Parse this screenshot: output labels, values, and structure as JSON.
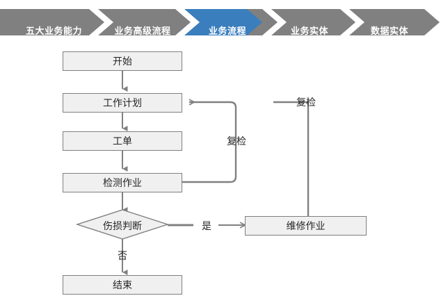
{
  "breadcrumb": {
    "active_index": 2,
    "active_color": "#3a7ebd",
    "inactive_color": "#808080",
    "text_color": "#ffffff",
    "items": [
      {
        "label": "五大业务能力"
      },
      {
        "label": "业务高级流程"
      },
      {
        "label": "业务流程"
      },
      {
        "label": "业务实体"
      },
      {
        "label": "数据实体"
      }
    ]
  },
  "flowchart": {
    "node_fill": "#f0f0f0",
    "node_border": "#7f7f7f",
    "connector_color": "#808080",
    "text_color": "#262626",
    "nodes": [
      {
        "id": "start",
        "label": "开始",
        "shape": "rect"
      },
      {
        "id": "work-plan",
        "label": "工作计划",
        "shape": "rect"
      },
      {
        "id": "work-order",
        "label": "工单",
        "shape": "rect"
      },
      {
        "id": "inspection",
        "label": "检测作业",
        "shape": "rect"
      },
      {
        "id": "decision",
        "label": "伤损判断",
        "shape": "diamond"
      },
      {
        "id": "repair",
        "label": "维修作业",
        "shape": "rect"
      },
      {
        "id": "end",
        "label": "结束",
        "shape": "rect"
      }
    ],
    "edge_labels": {
      "yes": "是",
      "no": "否",
      "recheck_inner": "复检",
      "recheck_outer": "复检"
    }
  }
}
